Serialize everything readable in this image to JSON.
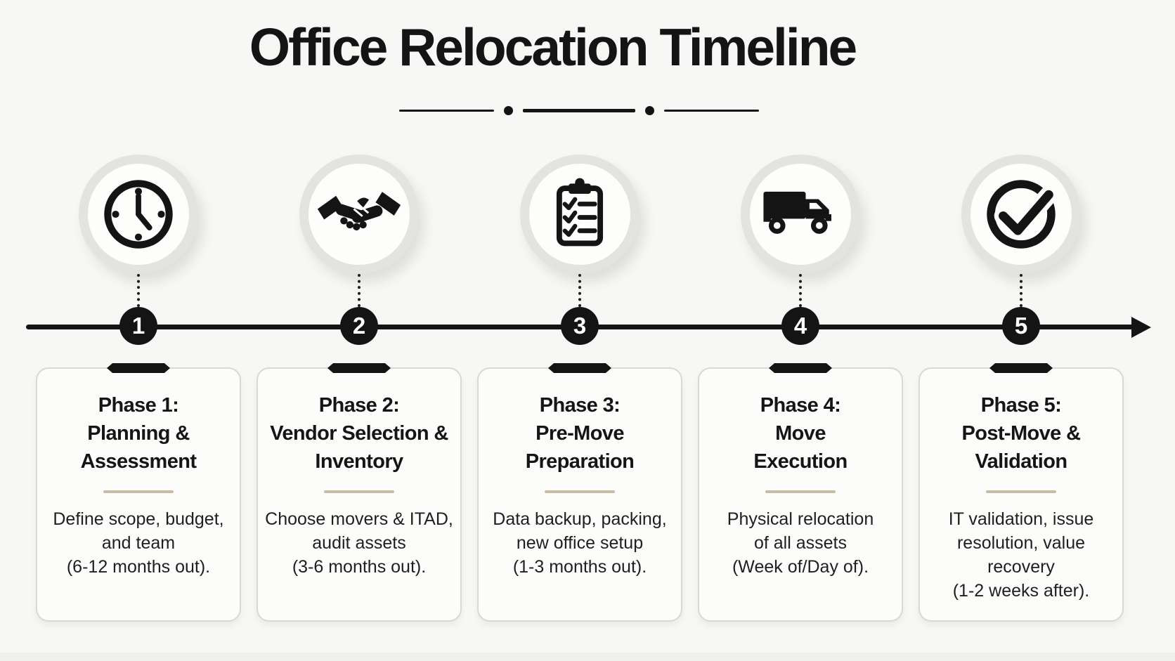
{
  "title": "Office Relocation Timeline",
  "colors": {
    "accent_black": "#141414",
    "ring_gray": "#e4e3e0",
    "card_divider_tan": "#c9bca4",
    "background": "#f7f7f5",
    "card_background": "#fcfcfb"
  },
  "header_divider": {
    "style": "line-dot-line-dot-line"
  },
  "timeline": {
    "direction": "left-to-right-arrow"
  },
  "phases": [
    {
      "number": "1",
      "icon": "clock-icon",
      "title_lines": [
        "Phase 1:",
        "Planning &",
        "Assessment"
      ],
      "desc_lines": [
        "Define scope, budget,",
        "and team",
        "(6-12 months out)."
      ]
    },
    {
      "number": "2",
      "icon": "handshake-icon",
      "title_lines": [
        "Phase 2:",
        "Vendor Selection &",
        "Inventory"
      ],
      "desc_lines": [
        "Choose movers & ITAD,",
        "audit assets",
        "(3-6 months out)."
      ]
    },
    {
      "number": "3",
      "icon": "checklist-clipboard-icon",
      "title_lines": [
        "Phase 3:",
        "Pre-Move",
        "Preparation"
      ],
      "desc_lines": [
        "Data backup, packing,",
        "new office setup",
        "(1-3 months out)."
      ]
    },
    {
      "number": "4",
      "icon": "truck-icon",
      "title_lines": [
        "Phase 4:",
        "Move",
        "Execution"
      ],
      "desc_lines": [
        "Physical relocation",
        "of all assets",
        "(Week of/Day of)."
      ]
    },
    {
      "number": "5",
      "icon": "check-circle-icon",
      "title_lines": [
        "Phase 5:",
        "Post-Move &",
        "Validation"
      ],
      "desc_lines": [
        "IT validation, issue",
        "resolution, value",
        "recovery",
        "(1-2 weeks after)."
      ]
    }
  ]
}
